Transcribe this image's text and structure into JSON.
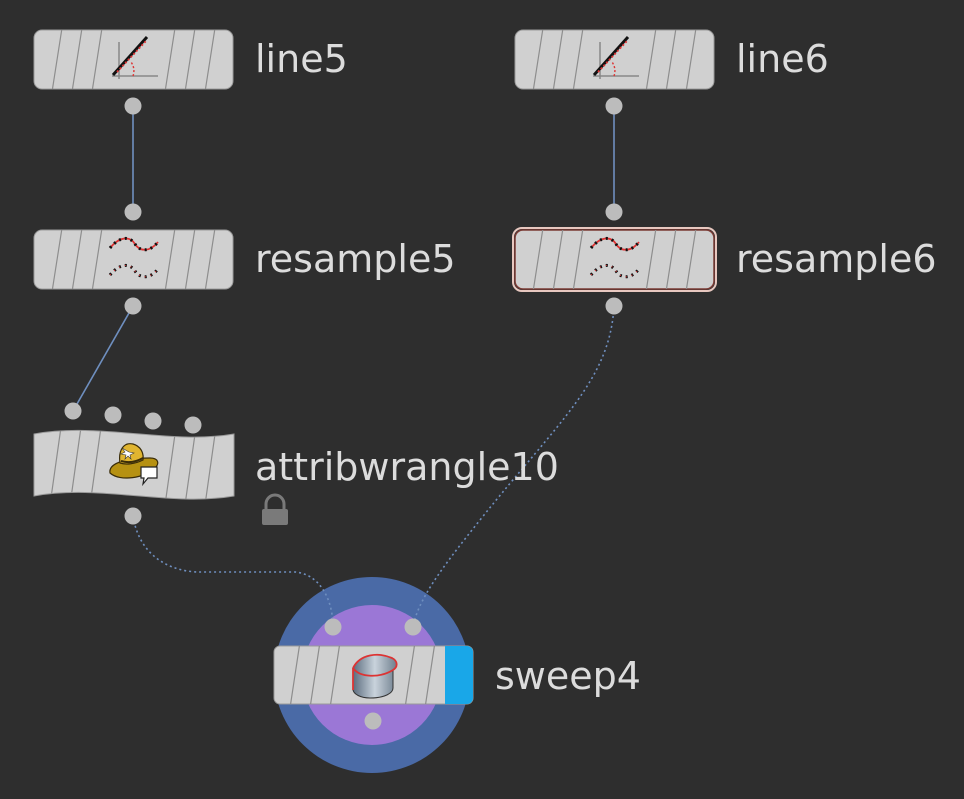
{
  "network": {
    "nodes": [
      {
        "id": "line5",
        "label": "line5",
        "type": "line",
        "icon": "line-node-icon"
      },
      {
        "id": "line6",
        "label": "line6",
        "type": "line",
        "icon": "line-node-icon"
      },
      {
        "id": "resample5",
        "label": "resample5",
        "type": "resample",
        "icon": "resample-node-icon"
      },
      {
        "id": "resample6",
        "label": "resample6",
        "type": "resample",
        "icon": "resample-node-icon",
        "selected": true
      },
      {
        "id": "attribwrangle10",
        "label": "attribwrangle10",
        "type": "attribwrangle",
        "icon": "wrangle-cowboy-hat-icon",
        "locked": true
      },
      {
        "id": "sweep4",
        "label": "sweep4",
        "type": "sweep",
        "icon": "sweep-node-icon",
        "display_flag": true
      }
    ],
    "connections": [
      {
        "from": "line5",
        "to": "resample5",
        "style": "solid"
      },
      {
        "from": "line6",
        "to": "resample6",
        "style": "solid"
      },
      {
        "from": "resample5",
        "to": "attribwrangle10",
        "style": "solid"
      },
      {
        "from": "attribwrangle10",
        "to": "sweep4",
        "style": "dotted"
      },
      {
        "from": "resample6",
        "to": "sweep4",
        "style": "dotted"
      }
    ]
  },
  "colors": {
    "background": "#2e2e2e",
    "node_fill": "#d0d0d0",
    "wire": "#6f8fbf",
    "connector": "#bcbcbc",
    "label": "#dcdcdc",
    "display_flag": "#19a7e8",
    "sweep_outer_ring": "#4a6aa6",
    "sweep_inner_ring": "#9b77d6"
  }
}
